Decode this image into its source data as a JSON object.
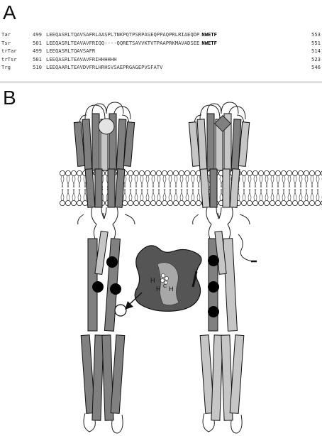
{
  "panel_a": {
    "label": "A",
    "sequences": [
      {
        "name": "Tar",
        "start": "499",
        "seq": "LEEQASRLTQAVSAFRLAASPLTNKPQTPSRPASEQPPAQPRLRIAEQDP",
        "motif": "NWETF",
        "end": "553"
      },
      {
        "name": "Tsr",
        "start": "501",
        "seq": "LEEQASRLTEAVAVFRIQQ----QQRETSAVVKTVTPAAPRKMAVADSEE",
        "motif": "NWETF",
        "end": "551"
      },
      {
        "name": "trTar",
        "start": "499",
        "seq": "LEEQASRLTQAVSAFR",
        "motif": "",
        "end": "514"
      },
      {
        "name": "trTsr",
        "start": "501",
        "seq": "LEEQASRLTEAVAVFRIHHHHHH",
        "motif": "",
        "end": "523"
      },
      {
        "name": "Trg",
        "start": "510",
        "seq": "LEEQAARLTEAVDVFRLHRHSVSAEPRGAGEPVSFATV",
        "motif": "",
        "end": "546"
      }
    ]
  },
  "panel_b": {
    "label": "B",
    "active_site_label": "H",
    "active_site_label_2": "C",
    "colors": {
      "dark_helix": "#808080",
      "light_helix": "#c6c6c6",
      "enzyme_dark": "#555555",
      "enzyme_light": "#a8a8a8",
      "outline": "#111111",
      "methyl_site": "#000000"
    }
  }
}
